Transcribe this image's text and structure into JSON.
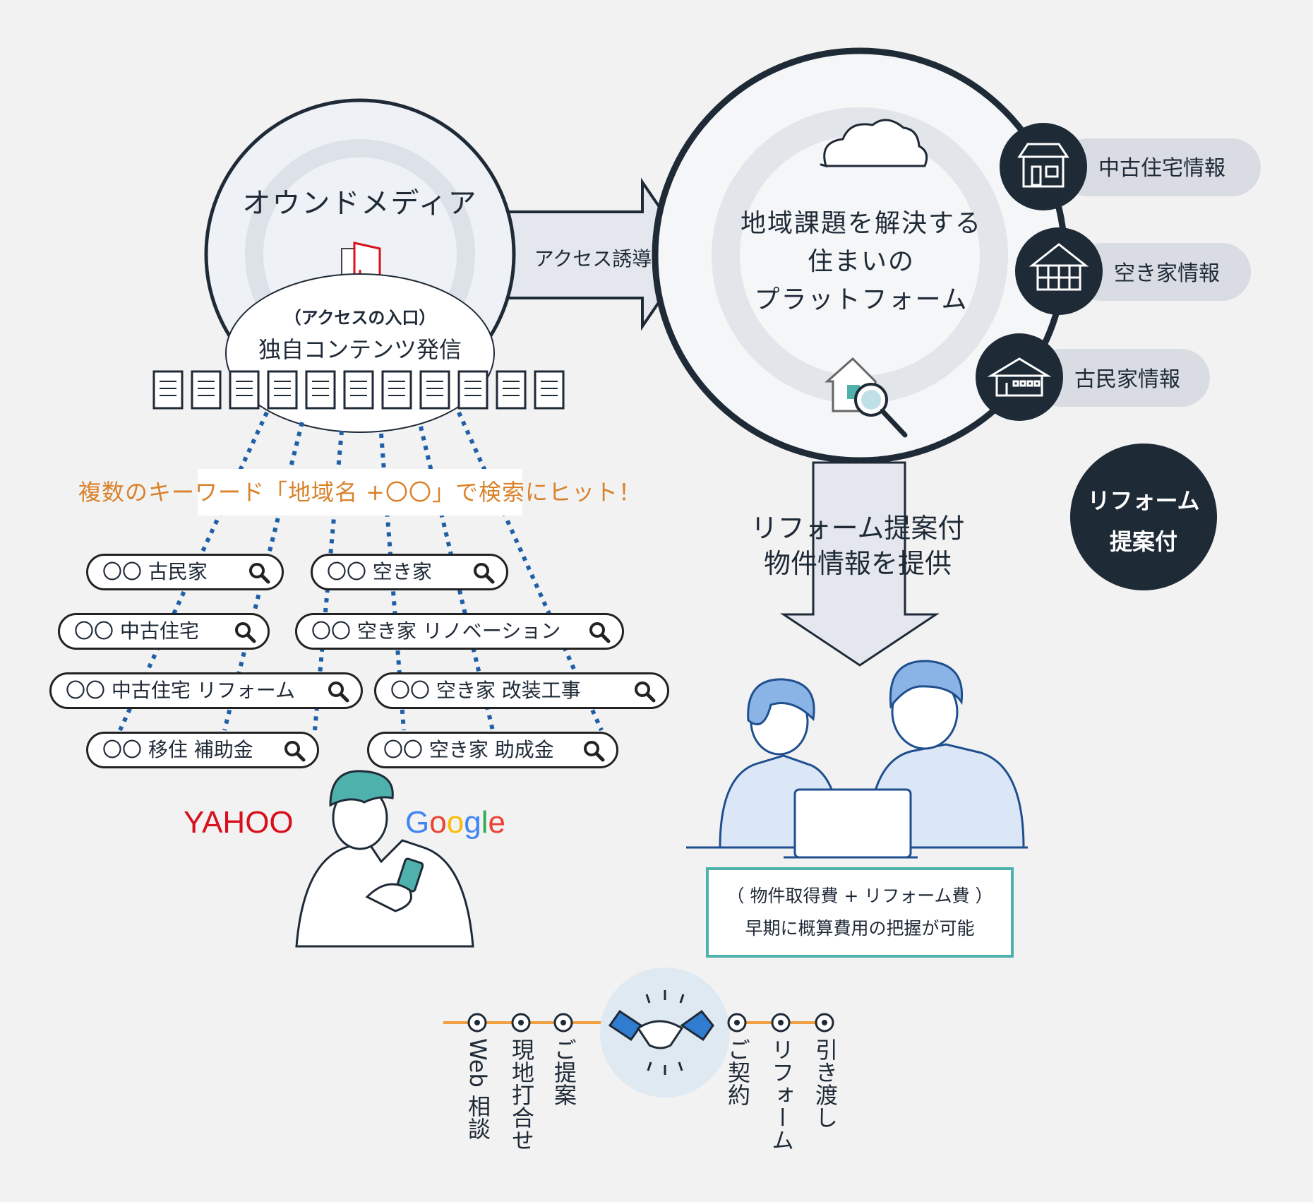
{
  "owned_media": {
    "title": "オウンドメディア",
    "entry_label": "（アクセスの入口）",
    "entry_text": "独自コンテンツ発信"
  },
  "access_label": "アクセス誘導",
  "platform": {
    "title_line1": "地域課題を解決する",
    "title_line2": "住まいの",
    "title_line3": "プラットフォーム"
  },
  "info_items": [
    {
      "label": "中古住宅情報",
      "icon": "house-icon"
    },
    {
      "label": "空き家情報",
      "icon": "empty-house-icon"
    },
    {
      "label": "古民家情報",
      "icon": "old-house-icon"
    }
  ],
  "reform_badge": {
    "line1": "リフォーム",
    "line2": "提案付"
  },
  "reform_offer": {
    "line1": "リフォーム提案付",
    "line2": "物件情報を提供"
  },
  "keyword_caption": "複数のキーワード「地域名 +〇〇」で検索にヒット！",
  "search_terms": [
    "〇〇 古民家",
    "〇〇  空き家",
    "〇〇  中古住宅",
    "〇〇 空き家 リノベーション",
    "〇〇  中古住宅 リフォーム",
    "〇〇 空き家 改装工事",
    "〇〇  移住 補助金",
    "〇〇  空き家 助成金"
  ],
  "search_engines": {
    "yahoo": "YAHOO",
    "google_letters": [
      "G",
      "o",
      "o",
      "g",
      "l",
      "e"
    ]
  },
  "colors": {
    "dark": "#1f2a37",
    "yahoo_red": "#d8101e",
    "google": [
      "#4285f4",
      "#ea4335",
      "#fbbc05",
      "#4285f4",
      "#34a853",
      "#ea4335"
    ],
    "orange": "#d9822b",
    "teal": "#4fb1ab",
    "dot_blue": "#1f5fa8",
    "timeline_orange": "#f0a040"
  },
  "cost_box": {
    "line1": "（ 物件取得費 + リフォーム費 ）",
    "line2": "早期に概算費用の把握が可能"
  },
  "process_steps": [
    "Web 相談",
    "現地打合せ",
    "ご提案",
    "ご契約",
    "リフォーム",
    "引き渡し"
  ]
}
